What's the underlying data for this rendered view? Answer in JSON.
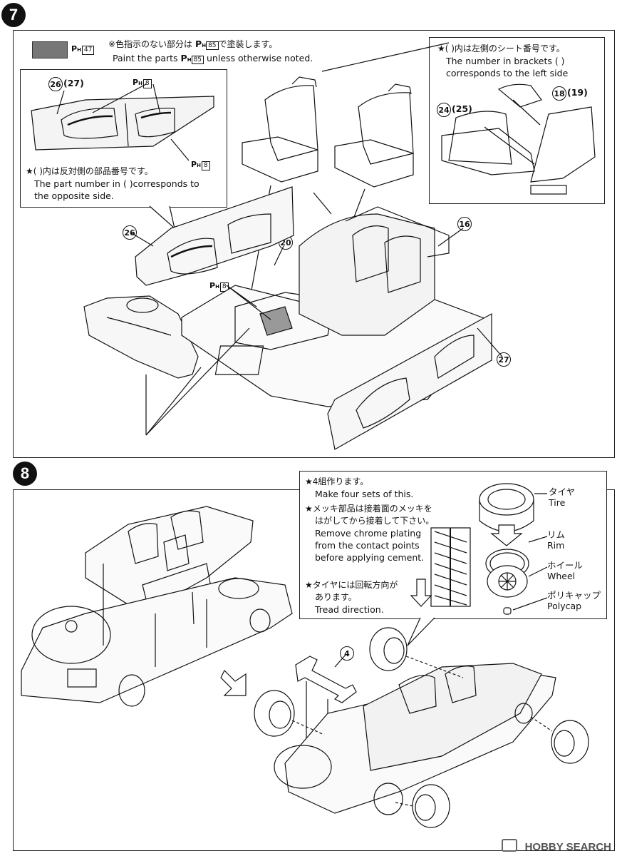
{
  "step7": {
    "number": "7",
    "swatch_code": "47",
    "note_jp": "※色指示のない部分は",
    "note_jp_tail": "で塗装します。",
    "note_default_code": "85",
    "note_en": "Paint the parts",
    "note_en_tail": "unless otherwise noted.",
    "inset_left": {
      "label_26_27": "(27)",
      "ph_code": "8",
      "note_jp": "★(   )内は反対側の部品番号です。",
      "note_en_1": "The part number in (   )corresponds to",
      "note_en_2": "the opposite side."
    },
    "inset_right": {
      "note_jp": "★(   )内は左側のシート番号です。",
      "note_en_1": "The number in brackets (    )",
      "note_en_2": "corresponds to the left side",
      "label_a": "24",
      "label_a_alt": "(25)",
      "label_b": "18",
      "label_b_alt": "(19)"
    },
    "parts": {
      "p26": "26",
      "p20": "20",
      "p16": "16",
      "p27": "27",
      "ph_code": "8"
    }
  },
  "step8": {
    "number": "8",
    "notes": {
      "n1_jp": "★4組作ります。",
      "n1_en": "Make four sets of this.",
      "n2_jp_1": "★メッキ部品は接着面のメッキを",
      "n2_jp_2": "はがしてから接着して下さい。",
      "n2_en_1": "Remove chrome plating",
      "n2_en_2": "from the contact points",
      "n2_en_3": "before applying cement.",
      "n3_jp_1": "★タイヤには回転方向が",
      "n3_jp_2": "あります。",
      "n3_en": "Tread direction."
    },
    "wheel_parts": {
      "tire_jp": "タイヤ",
      "tire_en": "Tire",
      "rim_jp": "リム",
      "rim_en": "Rim",
      "wheel_jp": "ホイール",
      "wheel_en": "Wheel",
      "polycap_jp": "ポリキャップ",
      "polycap_en": "Polycap"
    },
    "part_4": "4"
  },
  "watermark": "HOBBY SEARCH"
}
